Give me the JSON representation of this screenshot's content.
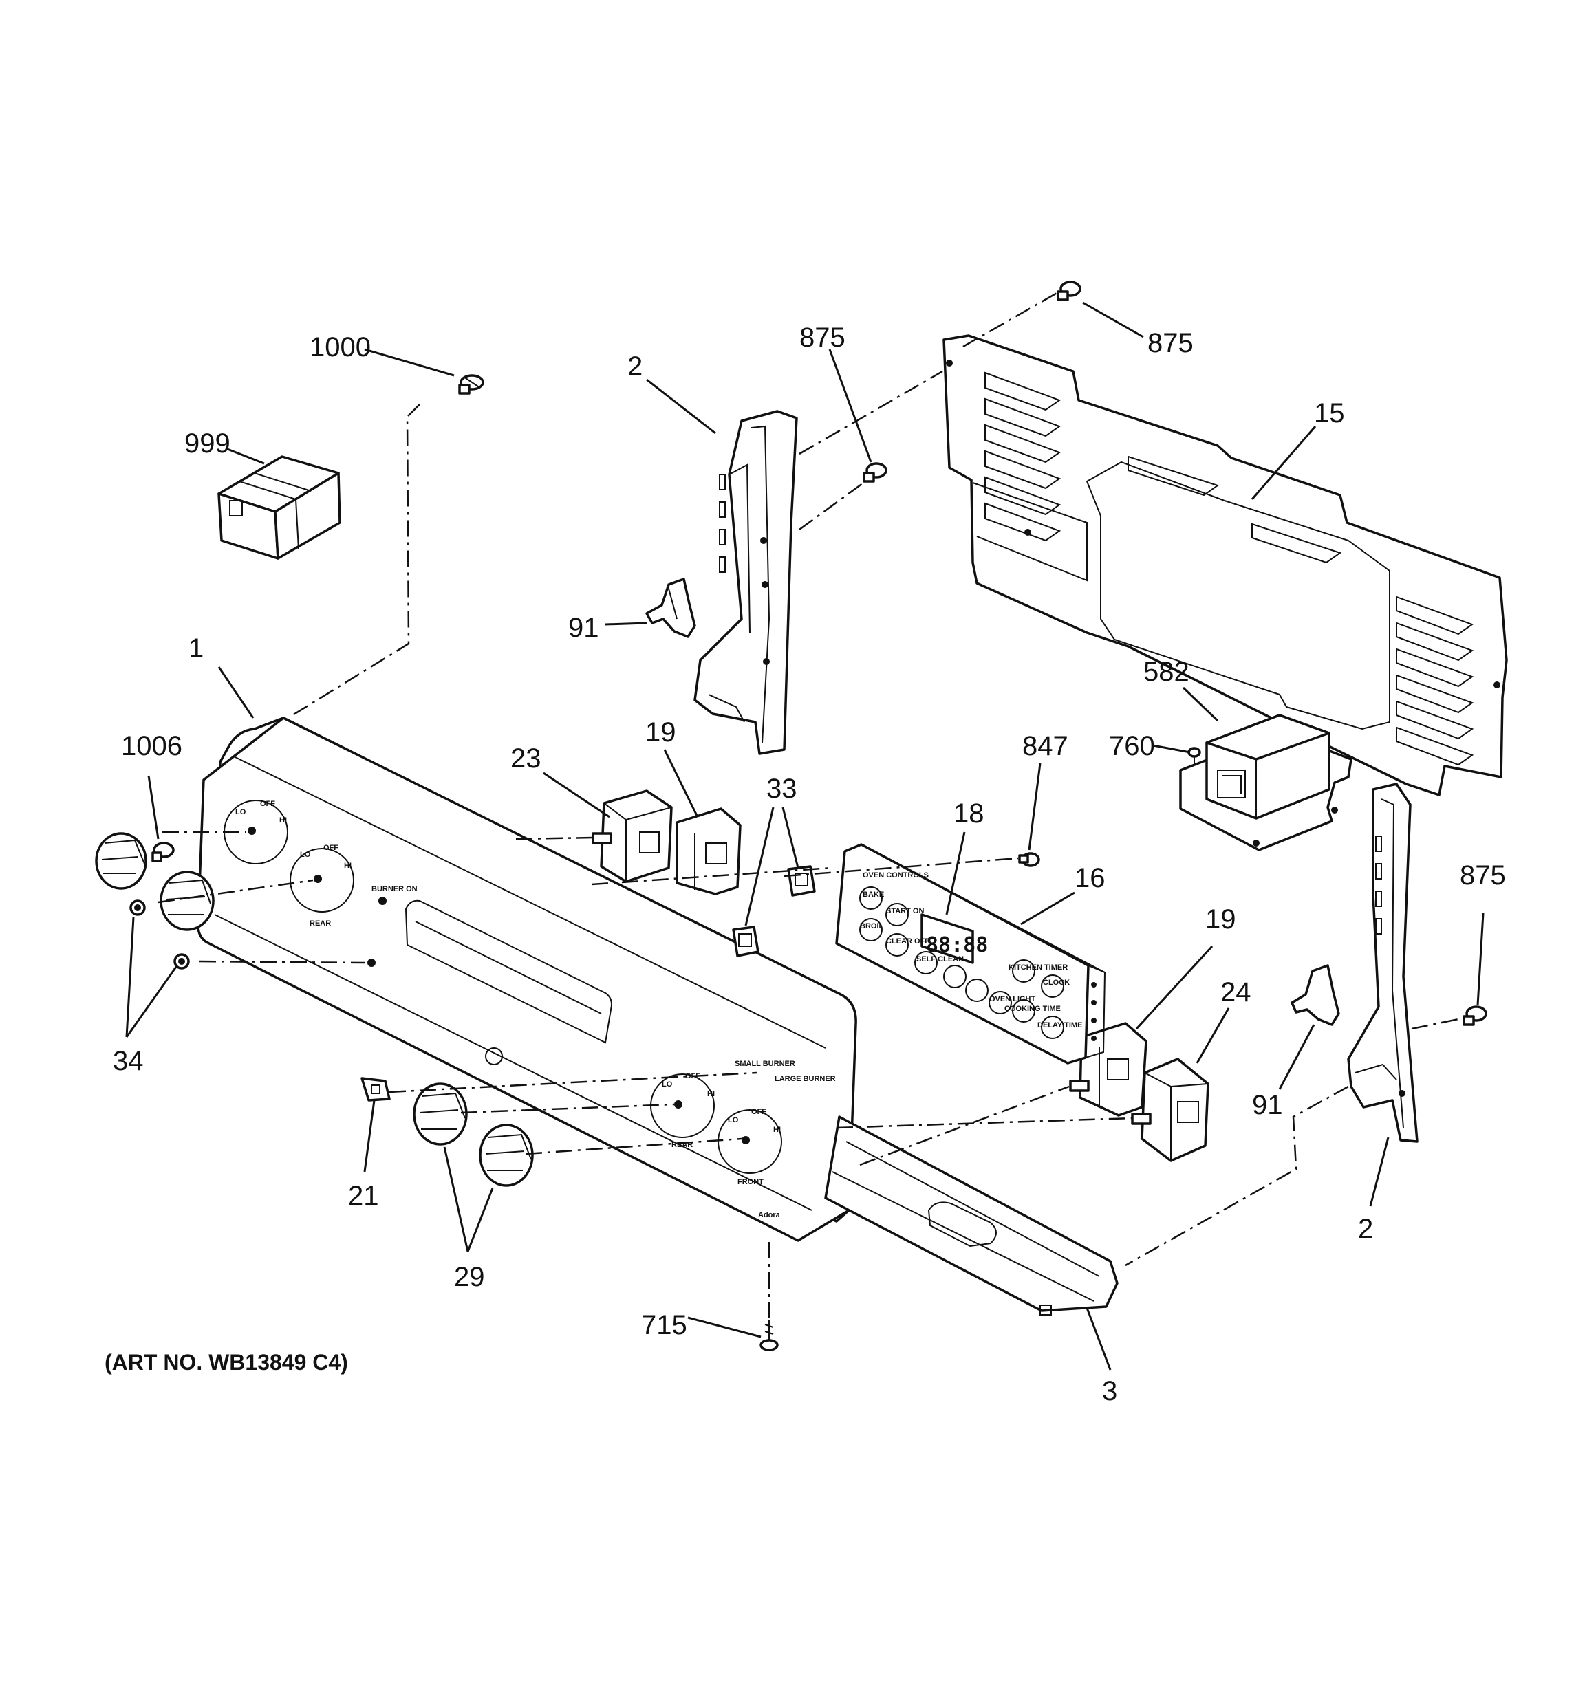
{
  "callouts": [
    {
      "id": "1000",
      "text": "1000"
    },
    {
      "id": "999",
      "text": "999"
    },
    {
      "id": "2-left",
      "text": "2"
    },
    {
      "id": "875-a",
      "text": "875"
    },
    {
      "id": "875-b",
      "text": "875"
    },
    {
      "id": "15",
      "text": "15"
    },
    {
      "id": "91-left",
      "text": "91"
    },
    {
      "id": "1",
      "text": "1"
    },
    {
      "id": "582",
      "text": "582"
    },
    {
      "id": "760",
      "text": "760"
    },
    {
      "id": "1006",
      "text": "1006"
    },
    {
      "id": "23",
      "text": "23"
    },
    {
      "id": "19-a",
      "text": "19"
    },
    {
      "id": "33",
      "text": "33"
    },
    {
      "id": "847",
      "text": "847"
    },
    {
      "id": "18",
      "text": "18"
    },
    {
      "id": "16",
      "text": "16"
    },
    {
      "id": "875-c",
      "text": "875"
    },
    {
      "id": "19-b",
      "text": "19"
    },
    {
      "id": "24",
      "text": "24"
    },
    {
      "id": "34",
      "text": "34"
    },
    {
      "id": "91-right",
      "text": "91"
    },
    {
      "id": "21",
      "text": "21"
    },
    {
      "id": "2-right",
      "text": "2"
    },
    {
      "id": "29",
      "text": "29"
    },
    {
      "id": "715",
      "text": "715"
    },
    {
      "id": "3",
      "text": "3"
    }
  ],
  "art_number": "(ART NO. WB13849 C4)",
  "panel_text": {
    "lo": "LO",
    "off": "OFF",
    "hi": "HI",
    "rear": "REAR",
    "front": "FRONT",
    "burner_on": "BURNER ON",
    "small_burner": "SMALL BURNER",
    "large_burner": "LARGE BURNER",
    "oven_controls": "OVEN CONTROLS",
    "bake": "BAKE",
    "start_on": "START ON",
    "broil": "BROIL",
    "clear_off": "CLEAR OFF",
    "self_clean": "SELF CLEAN",
    "oven_light": "OVEN LIGHT",
    "clock": "CLOCK",
    "kitchen_timer": "KITCHEN TIMER",
    "cooking_time": "COOKING TIME",
    "delay_time": "DELAY TIME",
    "display": "88:88",
    "brand": "Adora"
  }
}
